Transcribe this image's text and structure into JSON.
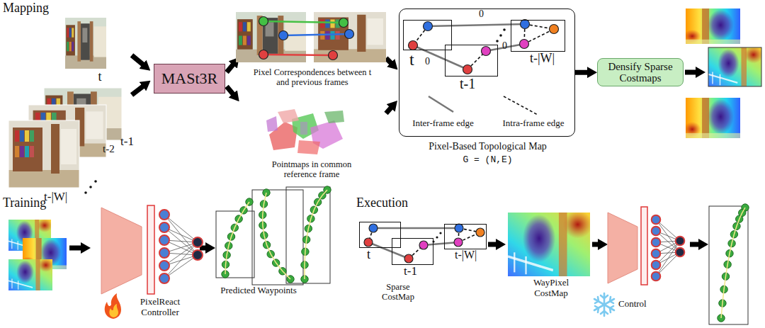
{
  "diagram": {
    "nodes": [
      {
        "text": [
          "MASt3R"
        ]
      },
      {
        "text": [
          "Pixel-Based Topological Map",
          "G = (N,E)"
        ]
      },
      {
        "text": [
          "t"
        ],
        "in": 1
      },
      {
        "text": [
          "t-1"
        ],
        "in": 1
      },
      {
        "text": [
          "t-|W|"
        ],
        "in": 1
      },
      {
        "text": [
          "Densify Sparse Costmaps"
        ]
      },
      {
        "text": [
          "t"
        ]
      },
      {
        "text": [
          "t-1"
        ]
      },
      {
        "text": [
          "t-|W|"
        ]
      }
    ],
    "edges": [
      {
        "from": 1,
        "to": 5,
        "arrow": "to"
      }
    ],
    "labels": [
      "Mapping",
      "t",
      "t-1",
      "t-2",
      "t-|W|",
      "Pixel Correspondences between t and previous frames",
      "Pointmaps in common reference frame",
      "0",
      "0",
      "0",
      "Training",
      "PixelReact Controller",
      "Predicted Waypoints",
      "Execution",
      "Sparse CostMap",
      "WayPixel CostMap",
      "Control"
    ],
    "legend": [
      {
        "text": "Inter-frame edge"
      },
      {
        "text": "Intra-frame edge"
      }
    ]
  }
}
